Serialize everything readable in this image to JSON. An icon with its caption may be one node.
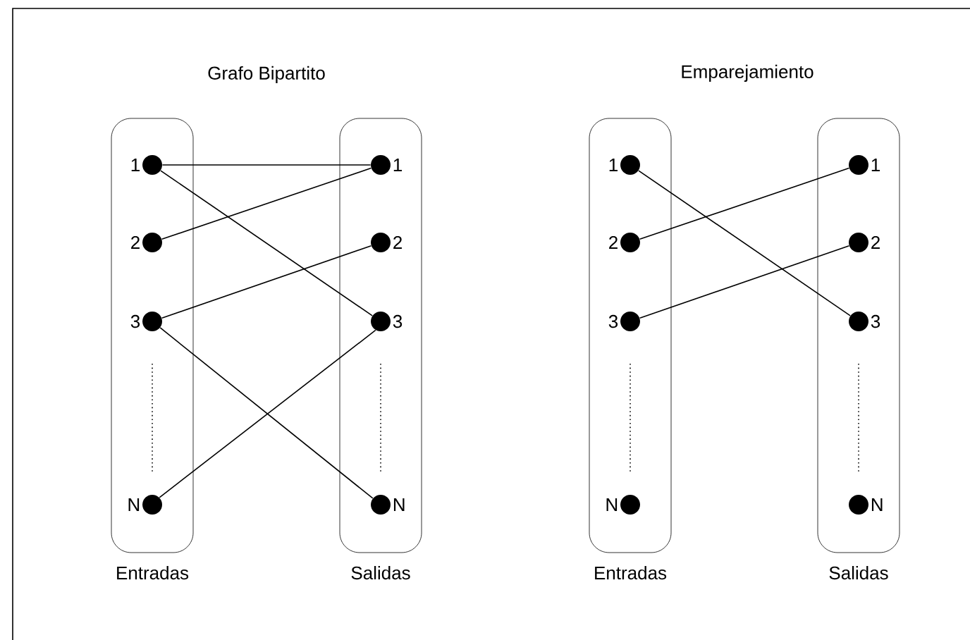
{
  "diagram": {
    "nodes": [
      {
        "text": [
          "Entradas"
        ]
      },
      {
        "text": [],
        "shape": "circle",
        "beside": [
          "1"
        ],
        "in": 0
      },
      {
        "text": [],
        "shape": "circle",
        "beside": [
          "2"
        ],
        "in": 0
      },
      {
        "text": [],
        "shape": "circle",
        "beside": [
          "3"
        ],
        "in": 0
      },
      {
        "text": [],
        "shape": "circle",
        "beside": [
          "N"
        ],
        "in": 0
      },
      {
        "text": [
          "Salidas"
        ]
      },
      {
        "text": [],
        "shape": "circle",
        "beside": [
          "1"
        ],
        "in": 5
      },
      {
        "text": [],
        "shape": "circle",
        "beside": [
          "2"
        ],
        "in": 5
      },
      {
        "text": [],
        "shape": "circle",
        "beside": [
          "3"
        ],
        "in": 5
      },
      {
        "text": [],
        "shape": "circle",
        "beside": [
          "N"
        ],
        "in": 5
      },
      {
        "text": [
          "Entradas"
        ]
      },
      {
        "text": [],
        "shape": "circle",
        "beside": [
          "1"
        ],
        "in": 10
      },
      {
        "text": [],
        "shape": "circle",
        "beside": [
          "2"
        ],
        "in": 10
      },
      {
        "text": [],
        "shape": "circle",
        "beside": [
          "3"
        ],
        "in": 10
      },
      {
        "text": [],
        "shape": "circle",
        "beside": [
          "N"
        ],
        "in": 10
      },
      {
        "text": [
          "Salidas"
        ]
      },
      {
        "text": [],
        "shape": "circle",
        "beside": [
          "1"
        ],
        "in": 15
      },
      {
        "text": [],
        "shape": "circle",
        "beside": [
          "2"
        ],
        "in": 15
      },
      {
        "text": [],
        "shape": "circle",
        "beside": [
          "3"
        ],
        "in": 15
      },
      {
        "text": [],
        "shape": "circle",
        "beside": [
          "N"
        ],
        "in": 15
      }
    ],
    "edges": [
      {
        "from": 1,
        "to": 6,
        "arrow": "none"
      },
      {
        "from": 1,
        "to": 8,
        "arrow": "none"
      },
      {
        "from": 2,
        "to": 6,
        "arrow": "none"
      },
      {
        "from": 3,
        "to": 7,
        "arrow": "none"
      },
      {
        "from": 3,
        "to": 9,
        "arrow": "none"
      },
      {
        "from": 4,
        "to": 8,
        "arrow": "none"
      },
      {
        "from": 11,
        "to": 18,
        "arrow": "none"
      },
      {
        "from": 12,
        "to": 16,
        "arrow": "none"
      },
      {
        "from": 13,
        "to": 17,
        "arrow": "none"
      }
    ],
    "labels": [
      "Grafo Bipartito",
      "Emparejamiento"
    ]
  }
}
